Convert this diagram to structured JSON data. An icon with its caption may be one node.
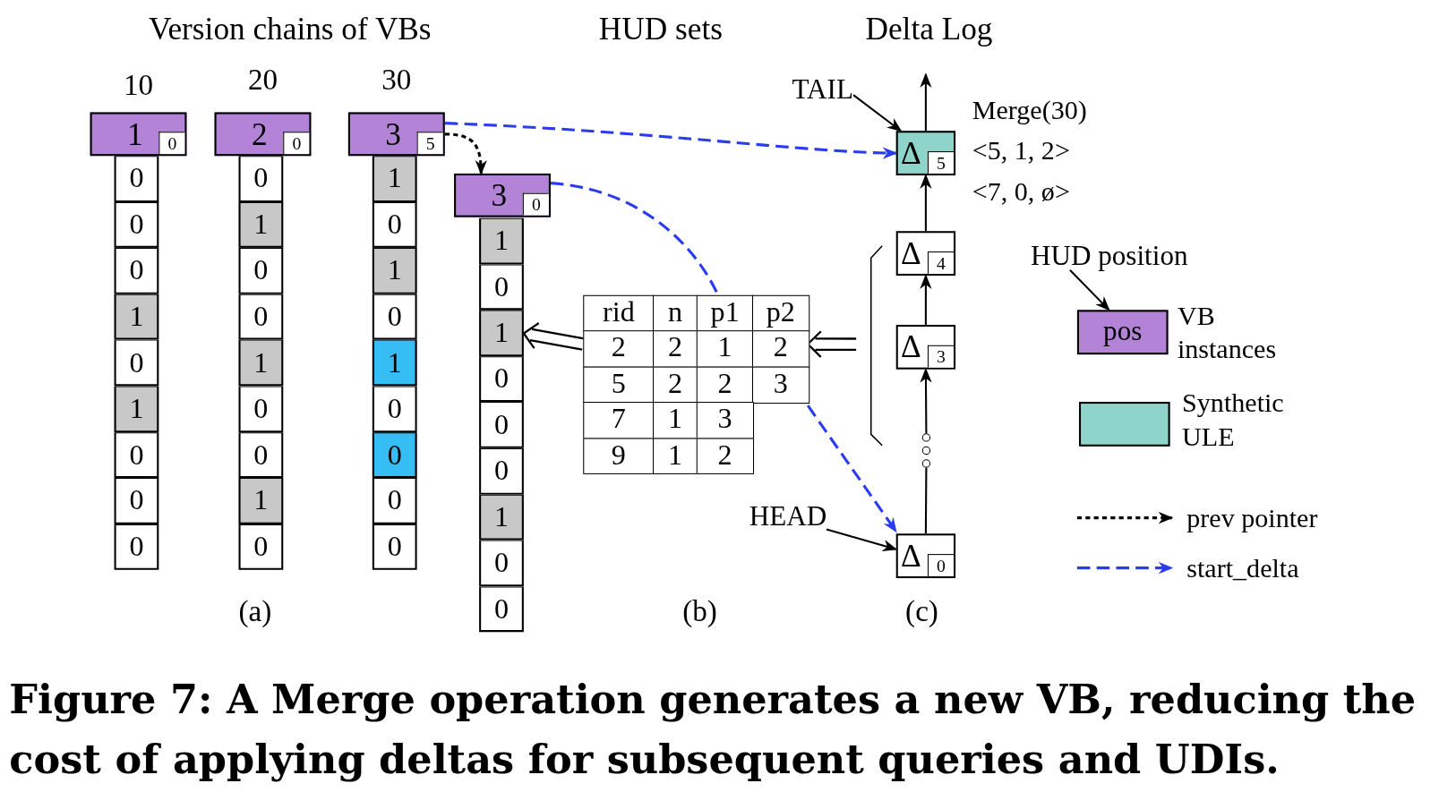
{
  "diagram": {
    "caption": "Figure 7: A Merge operation generates a new VB, reducing the cost of applying deltas for subsequent queries and UDIs.",
    "nodes": [
      {
        "text": [
          "1",
          "0"
        ],
        "beside": [
          "10"
        ]
      },
      {
        "text": [
          "0"
        ]
      },
      {
        "text": [
          "0"
        ]
      },
      {
        "text": [
          "0"
        ]
      },
      {
        "text": [
          "1"
        ]
      },
      {
        "text": [
          "0"
        ]
      },
      {
        "text": [
          "1"
        ]
      },
      {
        "text": [
          "0"
        ]
      },
      {
        "text": [
          "0"
        ]
      },
      {
        "text": [
          "0"
        ]
      },
      {
        "text": [
          "2",
          "0"
        ],
        "beside": [
          "20"
        ]
      },
      {
        "text": [
          "0"
        ]
      },
      {
        "text": [
          "1"
        ]
      },
      {
        "text": [
          "0"
        ]
      },
      {
        "text": [
          "0"
        ]
      },
      {
        "text": [
          "1"
        ]
      },
      {
        "text": [
          "0"
        ]
      },
      {
        "text": [
          "0"
        ]
      },
      {
        "text": [
          "1"
        ]
      },
      {
        "text": [
          "0"
        ]
      },
      {
        "text": [
          "3",
          "5"
        ],
        "beside": [
          "30"
        ]
      },
      {
        "text": [
          "1"
        ]
      },
      {
        "text": [
          "0"
        ]
      },
      {
        "text": [
          "1"
        ]
      },
      {
        "text": [
          "0"
        ]
      },
      {
        "text": [
          "1"
        ]
      },
      {
        "text": [
          "0"
        ]
      },
      {
        "text": [
          "0"
        ]
      },
      {
        "text": [
          "0"
        ]
      },
      {
        "text": [
          "0"
        ]
      },
      {
        "text": [
          "3",
          "0"
        ]
      },
      {
        "text": [
          "1"
        ]
      },
      {
        "text": [
          "0"
        ]
      },
      {
        "text": [
          "1"
        ]
      },
      {
        "text": [
          "0"
        ]
      },
      {
        "text": [
          "0"
        ]
      },
      {
        "text": [
          "0"
        ]
      },
      {
        "text": [
          "1"
        ]
      },
      {
        "text": [
          "0"
        ]
      },
      {
        "text": [
          "0"
        ]
      },
      {
        "text": [
          "rid",
          "n",
          "p1",
          "p2",
          "2",
          "2",
          "1",
          "2",
          "5",
          "2",
          "2",
          "3",
          "7",
          "1",
          "3",
          "9",
          "1",
          "2"
        ]
      },
      {
        "text": [
          "TAIL"
        ]
      },
      {
        "text": [
          "Δ",
          "5"
        ]
      },
      {
        "text": [
          "Δ",
          "4"
        ]
      },
      {
        "text": [
          "Δ",
          "3"
        ]
      },
      {
        "text": [],
        "shape": "circle"
      },
      {
        "text": [],
        "shape": "circle"
      },
      {
        "text": [],
        "shape": "circle"
      },
      {
        "text": [
          "HEAD"
        ]
      },
      {
        "text": [
          "Δ",
          "0"
        ]
      },
      {
        "text": [
          "HUD position"
        ]
      },
      {
        "text": [
          "pos"
        ]
      }
    ],
    "edges": [
      {
        "from": 20,
        "to": 30,
        "arrow": "to",
        "style": "dashed"
      },
      {
        "from": 20,
        "to": 42,
        "arrow": "to",
        "style": "dashed",
        "color": "#2b3cf0"
      },
      {
        "from": 30,
        "to": 40,
        "arrow": "none",
        "style": "dashed",
        "color": "#2b3cf0"
      },
      {
        "from": 40,
        "to": 49,
        "arrow": "to",
        "style": "dashed",
        "color": "#2b3cf0"
      },
      {
        "from": 41,
        "to": 42,
        "arrow": "to"
      },
      {
        "from": 42,
        "to": null,
        "arrow": "to"
      },
      {
        "from": 43,
        "to": 42,
        "arrow": "to"
      },
      {
        "from": 44,
        "to": 43,
        "arrow": "to"
      },
      {
        "from": 45,
        "to": 44,
        "arrow": "to"
      },
      {
        "from": 49,
        "to": 47,
        "arrow": "none"
      },
      {
        "from": 48,
        "to": 49,
        "arrow": "to"
      },
      {
        "from": null,
        "to": 40,
        "arrow": "to"
      },
      {
        "from": 40,
        "to": 33,
        "arrow": "to"
      },
      {
        "from": 50,
        "to": 51,
        "arrow": "to"
      }
    ],
    "labels": [
      "Version chains of VBs",
      "HUD sets",
      "Delta Log",
      "Merge(30)",
      "<5, 1, 2>",
      "<7, 0, ø>",
      "(a)",
      "(b)",
      "(c)"
    ],
    "legend": [
      {
        "text": "VB instances",
        "color": "#b283d6"
      },
      {
        "text": "Synthetic ULE",
        "color": "#8ed4cb"
      },
      {
        "text": "prev pointer"
      },
      {
        "text": "start_delta"
      }
    ]
  }
}
